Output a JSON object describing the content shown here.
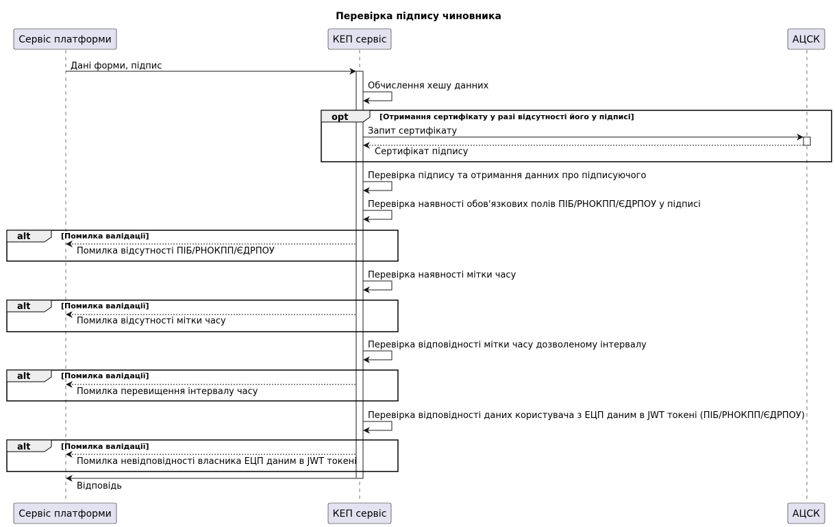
{
  "title": "Перевірка підпису чиновника",
  "participants": [
    {
      "id": "platform",
      "label": "Сервіс платформи"
    },
    {
      "id": "kep",
      "label": "КЕП сервіс"
    },
    {
      "id": "acsk",
      "label": "АЦСК"
    }
  ],
  "messages": {
    "m1": "Дані форми, підпис",
    "m2": "Обчислення хешу данних",
    "m3": "Запит сертифікату",
    "m4": "Сертифікат підпису",
    "m5": "Перевірка підпису та отримання данних про підписуючого",
    "m6": "Перевірка наявності обов'язкових полів ПІБ/РНОКПП/ЄДРПОУ у підписі",
    "m7": "Помилка відсутності ПІБ/РНОКПП/ЄДРПОУ",
    "m8": "Перевірка наявності мітки часу",
    "m9": "Помилка відсутності мітки часу",
    "m10": "Перевірка відповідності мітки часу дозволеному інтервалу",
    "m11": "Помилка перевищення інтервалу часу",
    "m12": "Перевірка відповідності даних користувача з ЕЦП даним в JWT токені (ПІБ/РНОКПП/ЄДРПОУ)",
    "m13": "Помилка невідповідності власника ЕЦП даним в JWT токені",
    "m14": "Відповідь"
  },
  "fragments": {
    "opt": {
      "keyword": "opt",
      "guard": "[Отримання сертифікату у разі відсутності його у підписі]"
    },
    "alt1": {
      "keyword": "alt",
      "guard": "[Помилка валідації]"
    },
    "alt2": {
      "keyword": "alt",
      "guard": "[Помилка валідації]"
    },
    "alt3": {
      "keyword": "alt",
      "guard": "[Помилка валідації]"
    },
    "alt4": {
      "keyword": "alt",
      "guard": "[Помилка валідації]"
    }
  },
  "colors": {
    "participant_fill": "#E2E2F0",
    "participant_border": "#181818",
    "lifeline": "#181818",
    "fragment_header_fill": "#EEEEEE"
  }
}
